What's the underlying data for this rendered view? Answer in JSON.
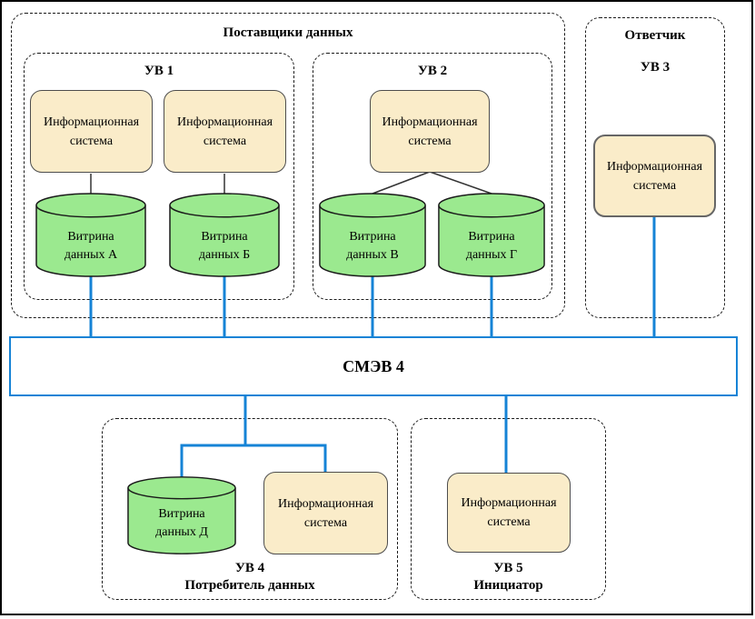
{
  "colors": {
    "info_system_fill": "#FAECC9",
    "info_system_border": "#4D4D4D",
    "data_mart_fill": "#9BE98F",
    "data_mart_border": "#1A1A1A",
    "bus_blue": "#1583D6",
    "link_gray": "#666666"
  },
  "groups": {
    "suppliers": {
      "title": "Поставщики данных"
    },
    "uv1": {
      "title": "УВ 1"
    },
    "uv2": {
      "title": "УВ 2"
    },
    "responder": {
      "title": "Ответчик",
      "subtitle": "УВ 3"
    },
    "consumer": {
      "title": "УВ 4",
      "subtitle": "Потребитель данных"
    },
    "initiator": {
      "title": "УВ 5",
      "subtitle": "Инициатор"
    }
  },
  "bus": {
    "label": "СМЭВ 4"
  },
  "info_systems": [
    {
      "line1": "Информационная",
      "line2": "система"
    },
    {
      "line1": "Информационная",
      "line2": "система"
    },
    {
      "line1": "Информационная",
      "line2": "система"
    },
    {
      "line1": "Информационная",
      "line2": "система"
    },
    {
      "line1": "Информационная",
      "line2": "система"
    },
    {
      "line1": "Информационная",
      "line2": "система"
    }
  ],
  "data_marts": [
    {
      "line1": "Витрина",
      "line2": "данных А"
    },
    {
      "line1": "Витрина",
      "line2": "данных Б"
    },
    {
      "line1": "Витрина",
      "line2": "данных В"
    },
    {
      "line1": "Витрина",
      "line2": "данных Г"
    },
    {
      "line1": "Витрина",
      "line2": "данных Д"
    }
  ]
}
